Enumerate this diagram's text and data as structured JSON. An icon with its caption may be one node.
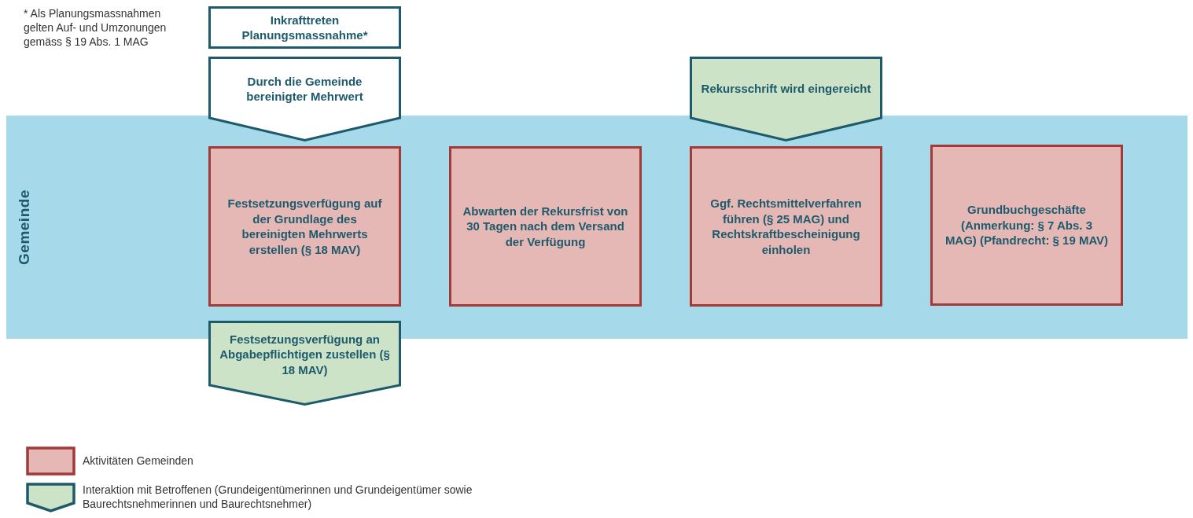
{
  "diagram": {
    "nodes": [
      {
        "text": [
          "Inkrafttreten Planungsmassnahme*"
        ]
      },
      {
        "text": [
          "Durch die Gemeinde bereinigter Mehrwert"
        ]
      },
      {
        "text": [
          "Rekursschrift wird eingereicht"
        ]
      },
      {
        "text": [
          "Gemeinde"
        ]
      },
      {
        "text": [
          "Festsetzungsverfügung auf der Grundlage des bereinigten Mehrwerts erstellen (§ 18 MAV)"
        ],
        "in": 3
      },
      {
        "text": [
          "Abwarten der Rekursfrist von 30 Tagen nach dem Versand der Verfügung"
        ],
        "in": 3
      },
      {
        "text": [
          "Ggf. Rechtsmittelverfahren führen (§ 25 MAG) und Rechtskraftbescheinigung einholen"
        ],
        "in": 3
      },
      {
        "text": [
          "Grundbuchgeschäfte (Anmerkung: § 7 Abs. 3 MAG) (Pfandrecht: § 19 MAV)"
        ],
        "in": 3
      },
      {
        "text": [
          "Festsetzungsverfügung an Abgabepflichtigen zustellen (§ 18 MAV)"
        ]
      }
    ],
    "edges": [],
    "labels": [
      "* Als Planungsmassnahmen gelten Auf- und Umzonungen gemäss § 19 Abs. 1 MAG"
    ],
    "legend": [
      {
        "text": "Aktivitäten Gemeinden",
        "color": "#e6b8b5"
      },
      {
        "text": "Interaktion mit Betroffenen (Grundeigentümerinnen und Grundeigentümer sowie Baurechtsnehmerinnen und Baurechtsnehmer)",
        "color": "#cde3c7"
      }
    ]
  }
}
